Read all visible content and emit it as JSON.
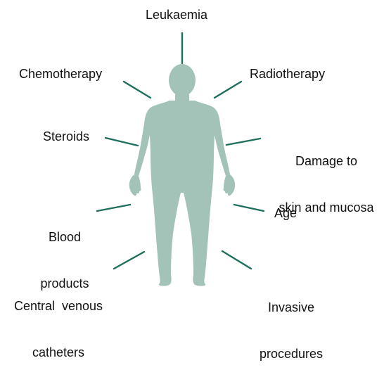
{
  "diagram": {
    "colors": {
      "figure": "#a3c2b8",
      "connector": "#1f6f5e",
      "text": "#111111"
    },
    "labels": {
      "leukaemia": "Leukaemia",
      "chemotherapy": "Chemotherapy",
      "radiotherapy": "Radiotherapy",
      "steroids": "Steroids",
      "damage_line1": "Damage to",
      "damage_line2": "skin and mucosa",
      "blood_line1": "Blood",
      "blood_line2": "products",
      "age": "Age",
      "central_line1": "Central  venous",
      "central_line2": "catheters",
      "invasive_line1": "Invasive",
      "invasive_line2": "procedures"
    }
  }
}
